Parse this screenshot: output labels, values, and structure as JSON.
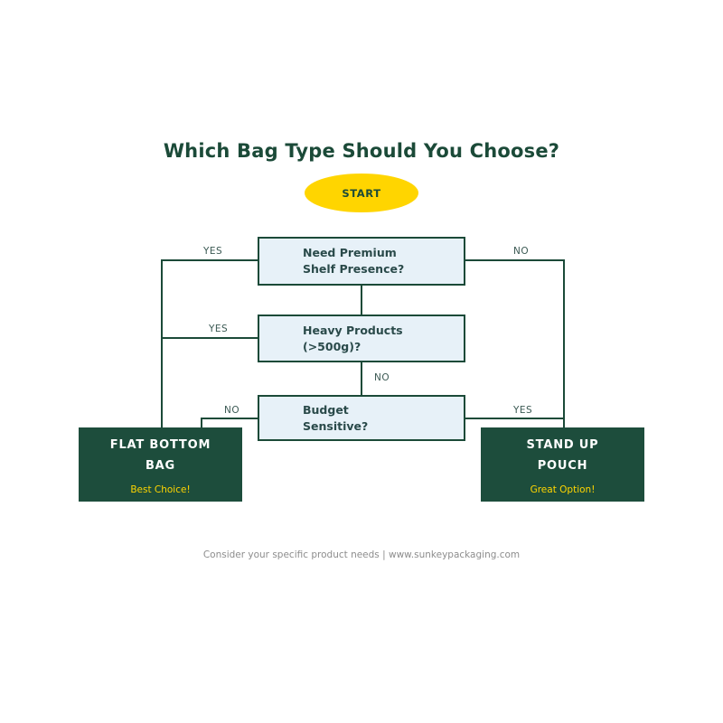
{
  "diagram": {
    "title": "Which Bag Type Should You Choose?",
    "footer": "Consider your specific product needs | www.sunkeypackaging.com",
    "start": {
      "label": "START",
      "shape": "ellipse",
      "fill": "#ffd500",
      "text_color": "#1b4a38"
    },
    "colors": {
      "brand_green": "#1b4a38",
      "outcome_fill": "#1d4d3c",
      "decision_fill": "#e7f1f8",
      "accent_yellow": "#ffd500",
      "edge_label": "#3c5a54",
      "footer_gray": "#8d8d8d",
      "background": "#ffffff"
    },
    "decisions": [
      {
        "id": "premium",
        "line1": "Need Premium",
        "line2": "Shelf Presence?",
        "yes_label": "YES",
        "no_label": "NO"
      },
      {
        "id": "heavy",
        "line1": "Heavy Products",
        "line2": "(>500g)?",
        "yes_label": "YES",
        "no_label": "NO"
      },
      {
        "id": "budget",
        "line1": "Budget",
        "line2": "Sensitive?",
        "yes_label": "YES",
        "no_label": "NO"
      }
    ],
    "outcomes": [
      {
        "id": "flat-bottom",
        "line1": "FLAT BOTTOM",
        "line2": "BAG",
        "subtitle": "Best Choice!"
      },
      {
        "id": "stand-up",
        "line1": "STAND UP",
        "line2": "POUCH",
        "subtitle": "Great Option!"
      }
    ],
    "edge_labels": {
      "premium_yes": "YES",
      "premium_no": "NO",
      "heavy_yes": "YES",
      "heavy_no": "NO",
      "budget_no": "NO",
      "budget_yes": "YES"
    }
  }
}
